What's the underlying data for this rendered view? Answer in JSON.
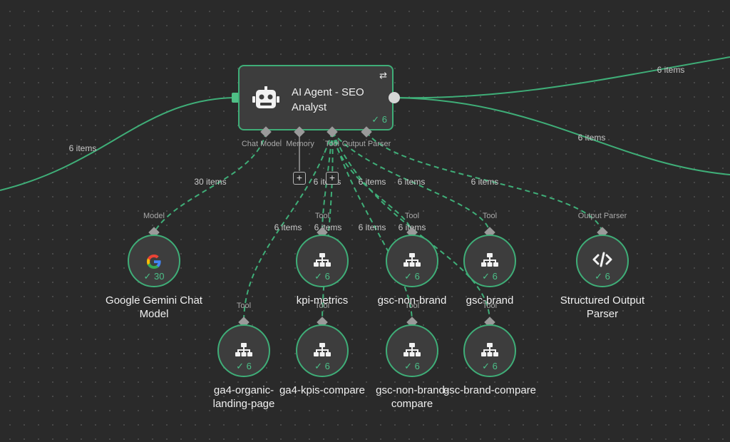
{
  "agent": {
    "title": "AI Agent - SEO Analyst",
    "count": "✓ 6",
    "ports": [
      "Chat Model",
      "Memory",
      "Tool",
      "Output Parser"
    ]
  },
  "edge_labels": {
    "in": "6 items",
    "out_top": "6 items",
    "out_bottom": "6 items",
    "model": "30 items",
    "e1": "6 items",
    "e2": "6 items",
    "e3": "6 items",
    "e4": "6 items",
    "e5": "6 items",
    "e6": "6 items",
    "e7": "6 items",
    "e8": "6 items"
  },
  "nodes": {
    "gemini": {
      "title": "Google Gemini Chat\nModel",
      "port": "Model",
      "count": "✓ 30",
      "icon": "google-icon"
    },
    "kpi_metrics": {
      "title": "kpi-metrics",
      "port": "Tool",
      "count": "✓ 6",
      "icon": "sitemap-icon"
    },
    "gsc_non_brand": {
      "title": "gsc-non-brand",
      "port": "Tool",
      "count": "✓ 6",
      "icon": "sitemap-icon"
    },
    "gsc_brand": {
      "title": "gsc-brand",
      "port": "Tool",
      "count": "✓ 6",
      "icon": "sitemap-icon"
    },
    "structured_output": {
      "title": "Structured Output\nParser",
      "port": "Output Parser",
      "count": "✓ 6",
      "icon": "code-icon"
    },
    "ga4_organic": {
      "title": "ga4-organic-\nlanding-page",
      "port": "Tool",
      "count": "✓ 6",
      "icon": "sitemap-icon"
    },
    "ga4_kpis": {
      "title": "ga4-kpis-compare",
      "port": "Tool",
      "count": "✓ 6",
      "icon": "sitemap-icon"
    },
    "gsc_non_brand_compare": {
      "title": "gsc-non-brand-\ncompare",
      "port": "Tool",
      "count": "✓ 6",
      "icon": "sitemap-icon"
    },
    "gsc_brand_compare": {
      "title": "gsc-brand-compare",
      "port": "Tool",
      "count": "✓ 6",
      "icon": "sitemap-icon"
    }
  },
  "plus": "+",
  "colors": {
    "edge": "#3fae78",
    "node_bg": "#3d3d3d",
    "canvas": "#2a2a2a"
  }
}
